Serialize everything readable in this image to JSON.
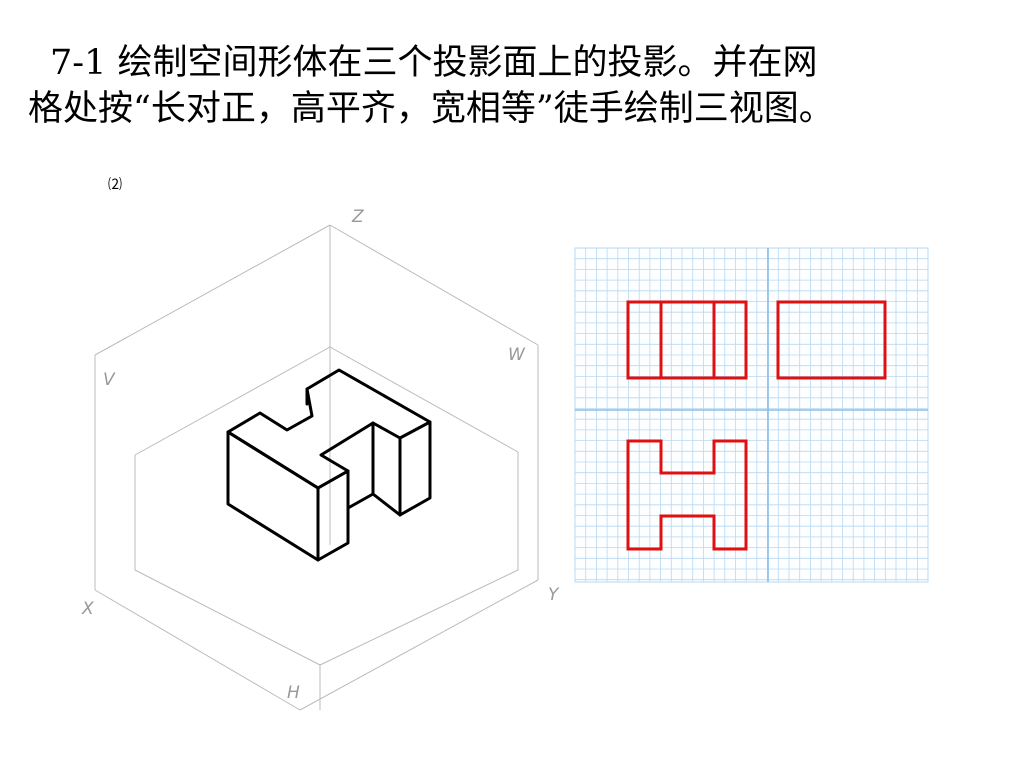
{
  "title": {
    "line1": "7-1  绘制空间形体在三个投影面上的投影。并在网",
    "line2": "格处按“长对正，高平齐，宽相等”徒手绘制三视图。"
  },
  "subfigure_label": "⑵",
  "axes": {
    "z": "Z",
    "v": "V",
    "w": "W",
    "x": "X",
    "y": "Y",
    "h": "H"
  },
  "colors": {
    "projection": "#e01010",
    "grid": "#b9d8f0",
    "grid_major": "#8cbde4",
    "frame": "#bbbbbb",
    "solid": "#000000"
  }
}
